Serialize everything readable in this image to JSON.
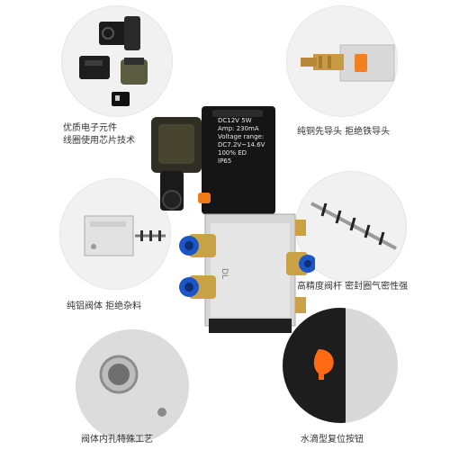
{
  "captions": {
    "top_left_line1": "优质电子元件",
    "top_left_line2": "线圈使用芯片技术",
    "top_right": "纯铜先导头 拒绝铁导头",
    "mid_left": "纯铝阀体 拒绝杂料",
    "mid_right": "高精度阀杆 密封圈气密性强",
    "bottom_left": "阀体内孔特殊工艺",
    "bottom_right": "水滴型复位按钮"
  },
  "coil_label": {
    "line1": "DC12V    5W",
    "line2": "Amp:   230mA",
    "line3": "Voltage range:",
    "line4": "DC7.2V~14.6V",
    "line5": "100%  ED",
    "line6": "IP65"
  },
  "body_brand": "DL"
}
